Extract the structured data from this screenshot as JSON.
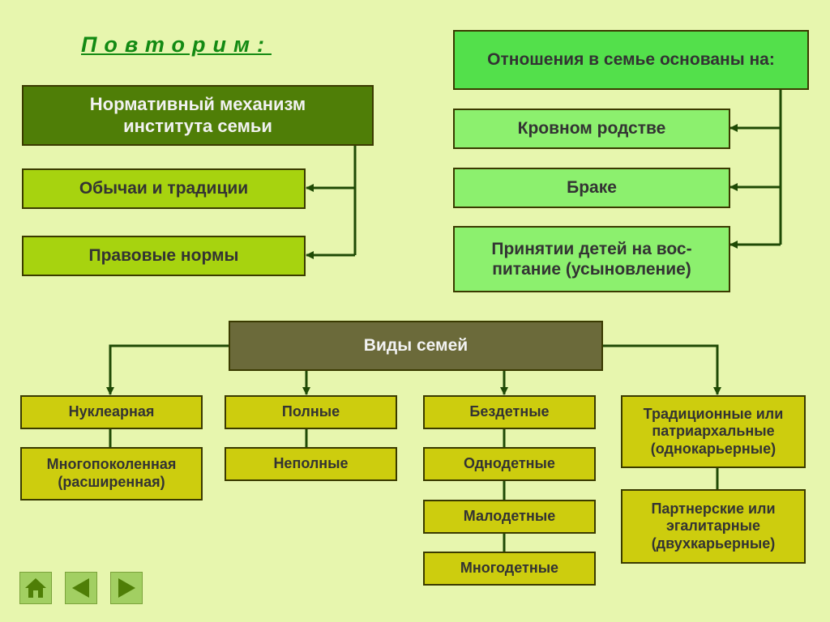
{
  "title": "Повторим:",
  "mechanism": {
    "header": "Нормативный механизм института семьи",
    "items": [
      "Обычаи и традиции",
      "Правовые нормы"
    ]
  },
  "relations": {
    "header": "Отношения в семье основаны на:",
    "items": [
      "Кровном родстве",
      "Браке",
      "Принятии детей на вос-питание (усыновление)"
    ]
  },
  "types": {
    "header": "Виды семей",
    "col1": [
      "Нуклеарная",
      "Многопоколенная (расширенная)"
    ],
    "col2": [
      "Полные",
      "Неполные"
    ],
    "col3": [
      "Бездетные",
      "Однодетные",
      "Малодетные",
      "Многодетные"
    ],
    "col4": [
      "Традиционные или патриархальные (однокарьерные)",
      "Партнерские или эгалитарные (двухкарьерные)"
    ]
  },
  "nav": {
    "home_icon": "home-icon",
    "prev_icon": "arrow-left-icon",
    "next_icon": "arrow-right-icon"
  },
  "colors": {
    "background": "#e7f6ae",
    "title": "#138a13",
    "lines": "#2e5a07"
  }
}
